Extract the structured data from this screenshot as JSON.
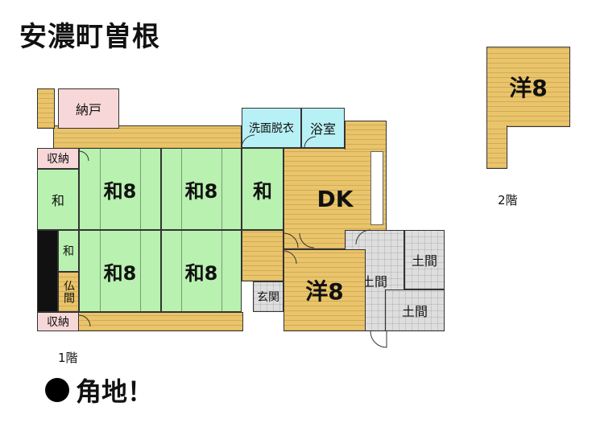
{
  "title": "安濃町曽根",
  "floor1_label": "1階",
  "floor2_label": "2階",
  "note": "角地！",
  "rooms": {
    "nando": "納戸",
    "shuno_top": "収納",
    "shuno_bottom": "収納",
    "wa_small": "和",
    "wa_tiny": "和",
    "butsuma": "仏間",
    "wa8_a": "和8",
    "wa8_b": "和8",
    "wa_c": "和",
    "wa8_d": "和8",
    "wa8_e": "和8",
    "senmen": "洗面脱衣",
    "yokushitsu": "浴室",
    "dk": "DK",
    "genkan": "玄関",
    "you8_1f": "洋8",
    "doma_1": "土間",
    "doma_2": "土間",
    "doma_3": "土間",
    "you8_2f": "洋8"
  },
  "colors": {
    "tatami": "#b9f1b0",
    "wood": "#e9c46a",
    "storage": "#f7d7d7",
    "bath": "#b7f0f5",
    "doma": "#dedede"
  }
}
